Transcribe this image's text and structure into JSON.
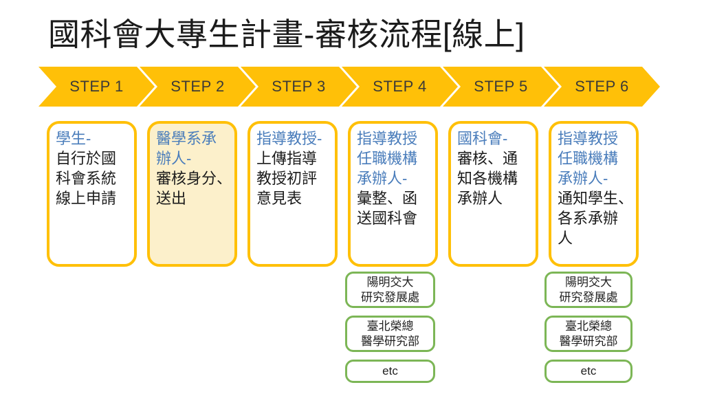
{
  "title": "國科會大專生計畫-審核流程[線上]",
  "colors": {
    "yellow": "#FFC008",
    "cream": "#FCF0CB",
    "blue": "#4A7DBB",
    "green": "#7CB656",
    "ink": "#1C1C1C",
    "stepink": "#3C3A36"
  },
  "steps": [
    {
      "label": "STEP 1",
      "role": "學生-",
      "action": "自行於國\n科會系統\n線上申請",
      "highlighted": false
    },
    {
      "label": "STEP 2",
      "role": "醫學系承\n辦人-",
      "action": "審核身分、\n送出",
      "highlighted": true
    },
    {
      "label": "STEP 3",
      "role": "指導教授-",
      "action": "上傳指導\n教授初評\n意見表",
      "highlighted": false
    },
    {
      "label": "STEP 4",
      "role": "指導教授\n任職機構\n承辦人-",
      "action": "彙整、函\n送國科會",
      "highlighted": false
    },
    {
      "label": "STEP 5",
      "role": "國科會-",
      "action": "審核、通\n知各機構\n承辦人",
      "highlighted": false
    },
    {
      "label": "STEP 6",
      "role": "指導教授\n任職機構\n承辦人-",
      "action": "通知學生、\n各系承辦\n人",
      "highlighted": false
    }
  ],
  "org_boxes": [
    "陽明交大\n研究發展處",
    "臺北榮總\n醫學研究部",
    "etc"
  ]
}
